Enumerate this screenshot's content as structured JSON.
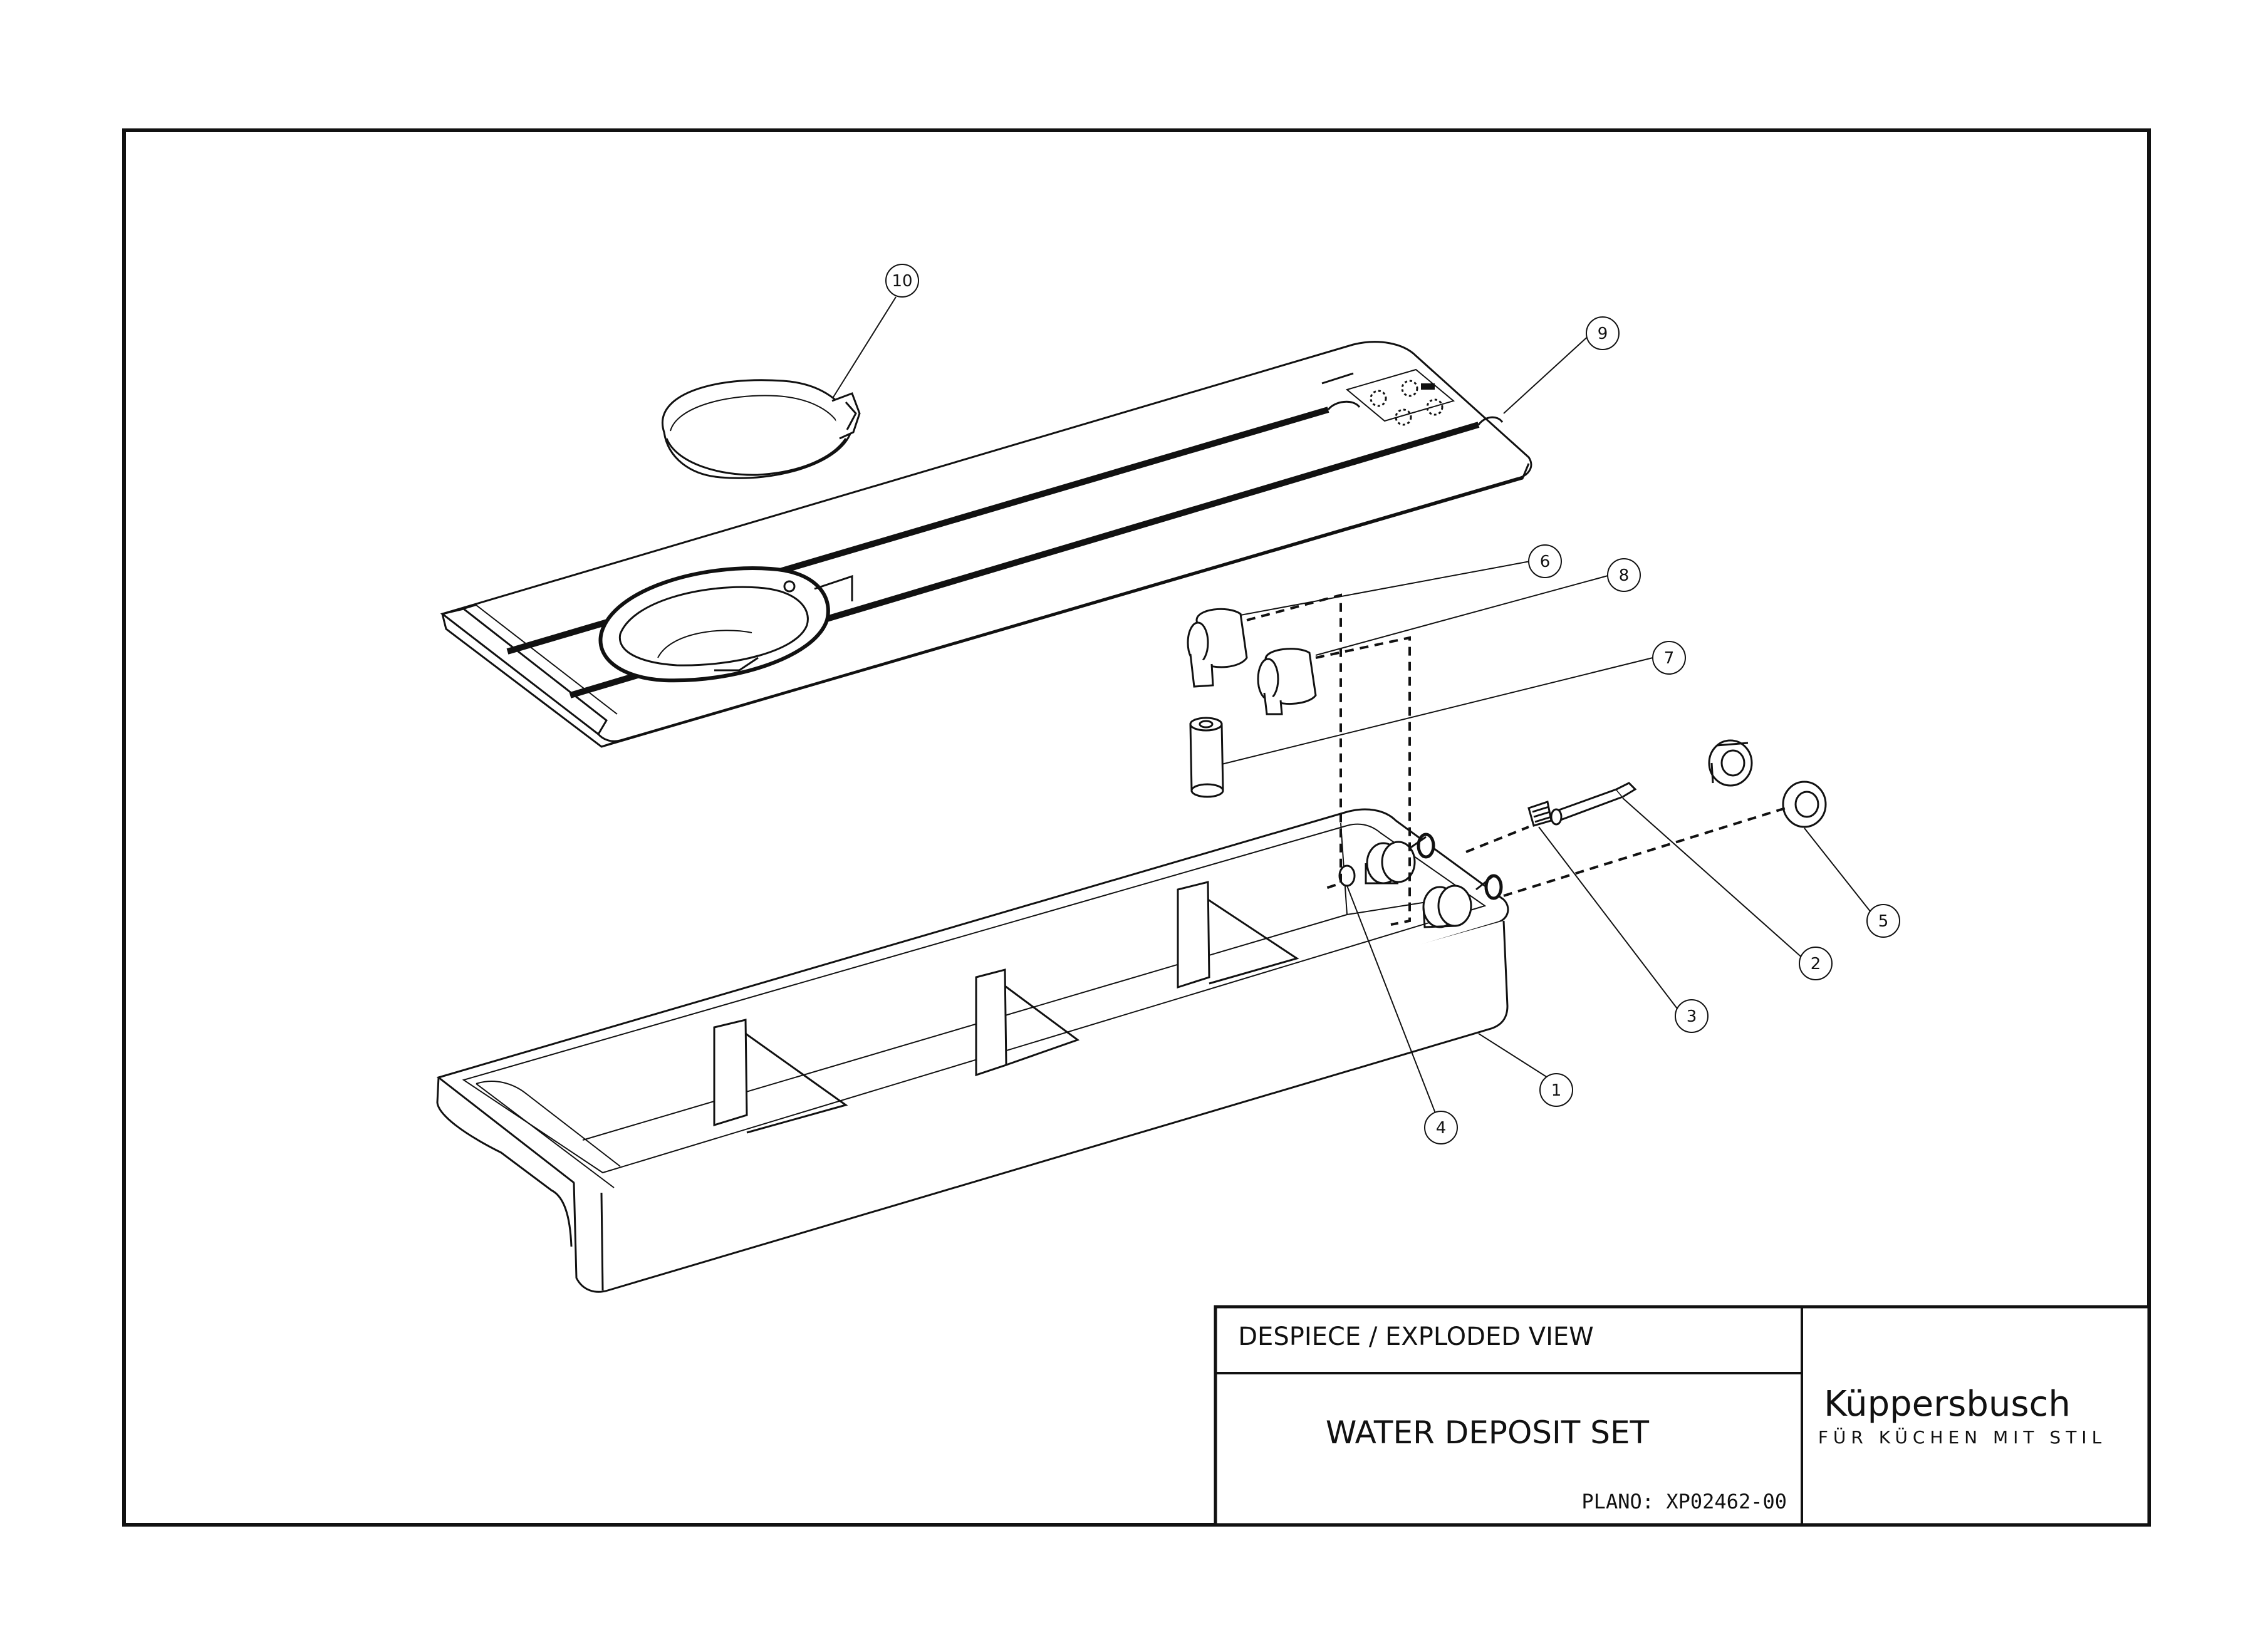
{
  "title_block": {
    "header": "DESPIECE / EXPLODED VIEW",
    "title": "WATER DEPOSIT SET",
    "plano_label": "PLANO:",
    "plano_value": "XP02462-00",
    "brand": "Küppersbusch",
    "tagline": "FÜR KÜCHEN MIT STIL"
  },
  "callouts": [
    {
      "id": "callout-1",
      "label": "1"
    },
    {
      "id": "callout-2",
      "label": "2"
    },
    {
      "id": "callout-3",
      "label": "3"
    },
    {
      "id": "callout-4",
      "label": "4"
    },
    {
      "id": "callout-5",
      "label": "5"
    },
    {
      "id": "callout-6",
      "label": "6"
    },
    {
      "id": "callout-7",
      "label": "7"
    },
    {
      "id": "callout-8",
      "label": "8"
    },
    {
      "id": "callout-9",
      "label": "9"
    },
    {
      "id": "callout-10",
      "label": "10"
    }
  ],
  "colors": {
    "line": "#111111",
    "paper": "#ffffff",
    "brand_text": "#222222",
    "tagline_text": "#555555"
  }
}
